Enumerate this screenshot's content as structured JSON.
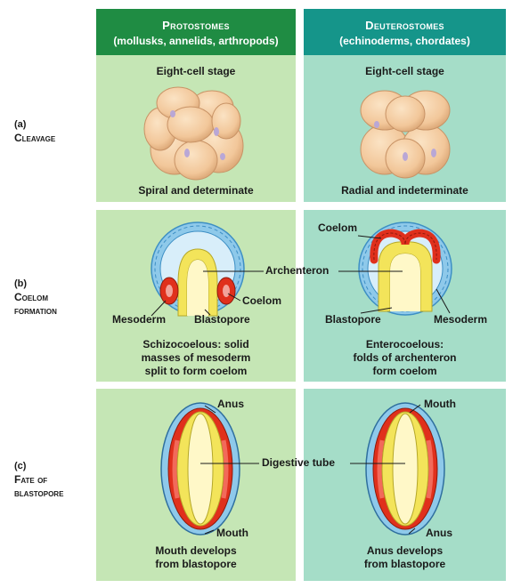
{
  "columns": {
    "protostomes": {
      "title": "Protostomes",
      "subtitle": "(mollusks, annelids, arthropods)"
    },
    "deuterostomes": {
      "title": "Deuterostomes",
      "subtitle": "(echinoderms, chordates)"
    }
  },
  "rows": {
    "cleavage": {
      "letter": "(a)",
      "name": "Cleavage",
      "proto_stage": "Eight-cell stage",
      "deutero_stage": "Eight-cell stage",
      "proto_caption": "Spiral and determinate",
      "deutero_caption": "Radial and indeterminate"
    },
    "coelom": {
      "letter": "(b)",
      "name_line1": "Coelom",
      "name_line2": "formation",
      "archenteron": "Archenteron",
      "proto_coelom": "Coelom",
      "proto_mesoderm": "Mesoderm",
      "proto_blastopore": "Blastopore",
      "deutero_coelom": "Coelom",
      "deutero_blastopore": "Blastopore",
      "deutero_mesoderm": "Mesoderm",
      "proto_caption": [
        "Schizocoelous: solid",
        "masses of mesoderm",
        "split to form coelom"
      ],
      "deutero_caption": [
        "Enterocoelous:",
        "folds of archenteron",
        "form coelom"
      ]
    },
    "fate": {
      "letter": "(c)",
      "name_line1": "Fate of",
      "name_line2": "blastopore",
      "digestive_tube": "Digestive tube",
      "proto_top": "Anus",
      "proto_bottom": "Mouth",
      "deutero_top": "Mouth",
      "deutero_bottom": "Anus",
      "proto_caption": [
        "Mouth develops",
        "from blastopore"
      ],
      "deutero_caption": [
        "Anus develops",
        "from blastopore"
      ]
    }
  },
  "colors": {
    "protostome_header": "#1f8c43",
    "deuterostome_header": "#15958a",
    "protostome_panel": "#c5e6b5",
    "deuterostome_panel": "#a5ddc8",
    "ectoderm": "#8ec9ea",
    "endoderm": "#f3e45a",
    "mesoderm": "#e0301c",
    "embryo_cell": "#f2c79a"
  }
}
